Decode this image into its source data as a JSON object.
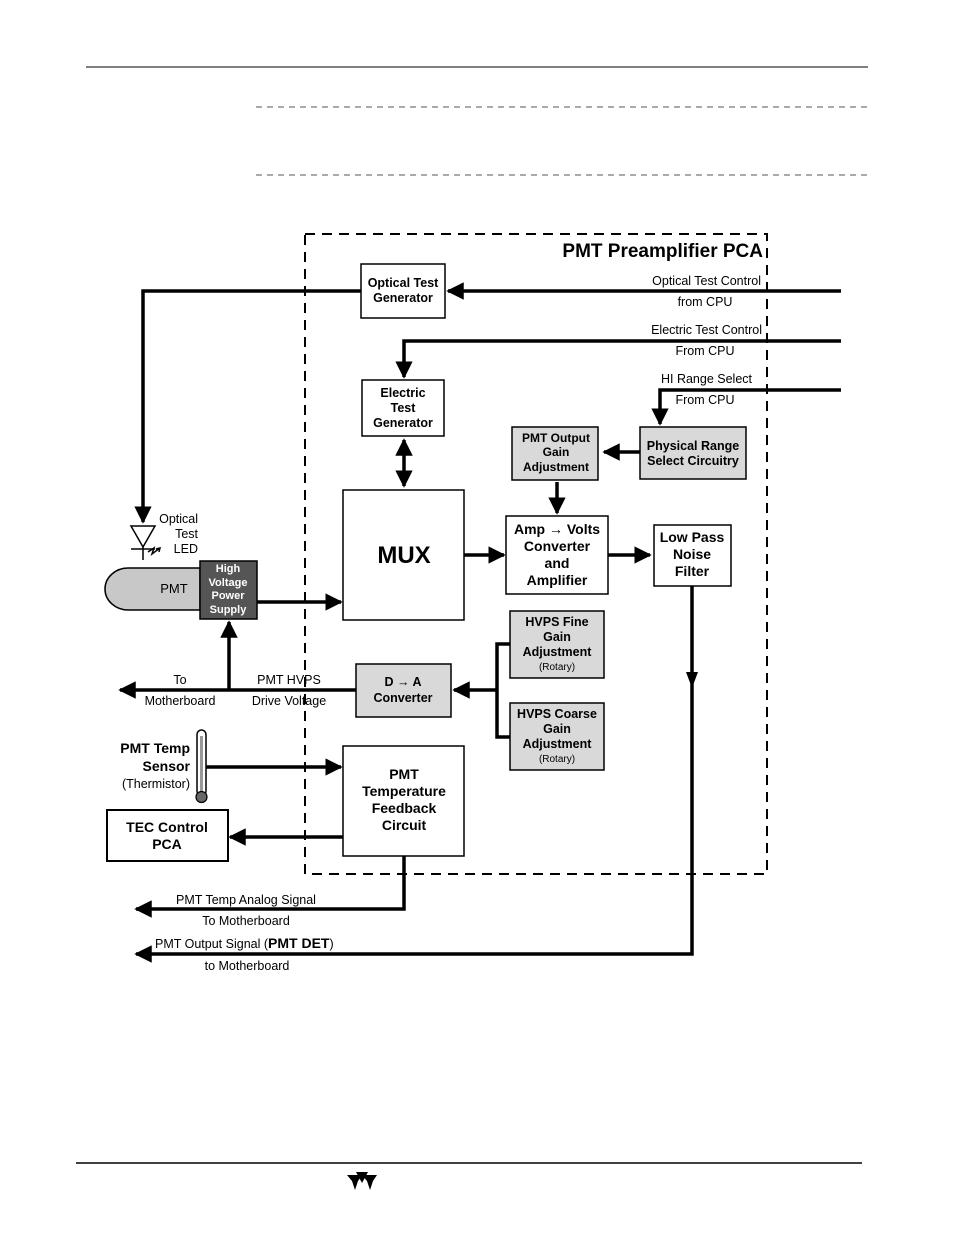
{
  "diagram": {
    "title": "PMT Preamplifier PCA",
    "blocks": {
      "optical_test_generator": [
        "Optical Test",
        "Generator"
      ],
      "electric_test_generator": [
        "Electric",
        "Test",
        "Generator"
      ],
      "pmt_output_gain": [
        "PMT Output",
        "Gain",
        "Adjustment"
      ],
      "physical_range": [
        "Physical Range",
        "Select Circuitry"
      ],
      "mux": "MUX",
      "amp_volts": [
        "Amp → Volts",
        "Converter",
        "and",
        "Amplifier"
      ],
      "low_pass": [
        "Low Pass",
        "Noise",
        "Filter"
      ],
      "hvps_fine": [
        "HVPS Fine",
        "Gain",
        "Adjustment"
      ],
      "hvps_fine_sub": "(Rotary)",
      "hvps_coarse": [
        "HVPS Coarse",
        "Gain",
        "Adjustment"
      ],
      "hvps_coarse_sub": "(Rotary)",
      "d_a": [
        "D → A",
        "Converter"
      ],
      "pmt_temp_feedback": [
        "PMT",
        "Temperature",
        "Feedback",
        "Circuit"
      ],
      "tec_control": [
        "TEC Control",
        "PCA"
      ],
      "pmt": "PMT",
      "high_voltage": [
        "High",
        "Voltage",
        "Power",
        "Supply"
      ]
    },
    "labels": {
      "optical_test_control": [
        "Optical Test Control",
        "from CPU"
      ],
      "electric_test_control": [
        "Electric Test Control",
        "From CPU"
      ],
      "hi_range_select": [
        "HI Range Select",
        "From CPU"
      ],
      "optical_test_led": [
        "Optical",
        "Test",
        "LED"
      ],
      "to_motherboard": [
        "To",
        "Motherboard"
      ],
      "pmt_hvps": [
        "PMT HVPS",
        "Drive Voltage"
      ],
      "pmt_temp_sensor": [
        "PMT Temp",
        "Sensor"
      ],
      "thermistor": "(Thermistor)",
      "temp_analog": [
        "PMT Temp Analog Signal",
        "To Motherboard"
      ],
      "pmt_output_signal_pre": "PMT Output Signal (",
      "pmt_output_signal_det": "PMT DET",
      "pmt_output_signal_post": ")",
      "pmt_output_to": "to Motherboard"
    }
  }
}
